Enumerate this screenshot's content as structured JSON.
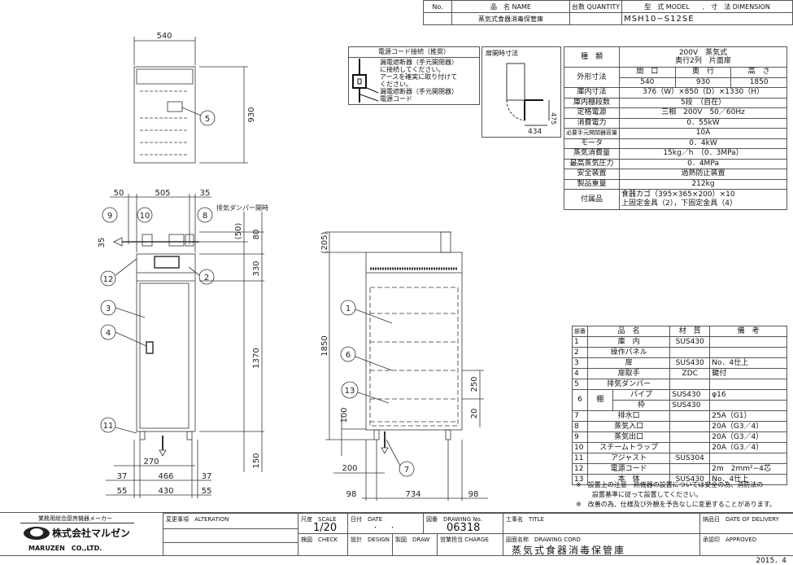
{
  "header": {
    "no_label": "No.",
    "name_label": "品　名 NAME",
    "quantity_label": "台数 QUANTITY",
    "model_label": "型　式 MODEL　　,　寸　法 DIMENSION",
    "name_value": "蒸気式食器消毒保管庫",
    "model_value": "MSH10−S12SE"
  },
  "power_cord": {
    "title": "電源コード接続（推奨）",
    "line1": "漏電遮断器（手元開閉器）",
    "line2": "に接続してください。",
    "line3": "アースを確実に取り付けて",
    "line4": "ください。",
    "label_breaker": "漏電遮断器（手元開閉器）",
    "label_cord": "電源コード"
  },
  "door_open": {
    "title": "扉開時寸法",
    "dim_depth": "475",
    "dim_width": "434"
  },
  "spec": {
    "type_label": "種　類",
    "type_value1": "200V　蒸気式",
    "type_value2": "奥行2列　片面扉",
    "outer_label": "外形寸法",
    "w_label": "間　口",
    "d_label": "奥　行",
    "h_label": "高　さ",
    "w": "540",
    "d": "930",
    "h": "1850",
    "rows": [
      {
        "label": "庫内寸法",
        "value": "376（W）×850（D）×1330（H）"
      },
      {
        "label": "庫内棚段数",
        "value": "5段　（自在）"
      },
      {
        "label": "定格電源",
        "value": "三相　200V　50／60Hz"
      },
      {
        "label": "消費電力",
        "value": "0．55kW"
      },
      {
        "label": "必要手元開閉器容量",
        "value": "10A"
      },
      {
        "label": "モータ",
        "value": "0．4kW"
      },
      {
        "label": "蒸気消費量",
        "value": "15kg／h　（0．3MPa）"
      },
      {
        "label": "最高蒸気圧力",
        "value": "0．4MPa"
      },
      {
        "label": "安全装置",
        "value": "過熱防止装置"
      },
      {
        "label": "製品重量",
        "value": "212kg"
      }
    ],
    "acc_label": "付属品",
    "acc_value1": "食器カゴ（395×365×200）×10",
    "acc_value2": "上固定金具（2），下固定金具（4）"
  },
  "parts": {
    "headers": [
      "部番",
      "品　名",
      "材　質",
      "備　考"
    ],
    "rows": [
      {
        "no": "1",
        "name": "庫　内",
        "material": "SUS430",
        "note": ""
      },
      {
        "no": "2",
        "name": "操作パネル",
        "material": "",
        "note": ""
      },
      {
        "no": "3",
        "name": "扉",
        "material": "SUS430",
        "note": "No．4仕上"
      },
      {
        "no": "4",
        "name": "扉取手",
        "material": "ZDC",
        "note": "鍵付"
      },
      {
        "no": "5",
        "name": "排気ダンパー",
        "material": "",
        "note": ""
      },
      {
        "no": "7",
        "name": "排水口",
        "material": "",
        "note": "25A（G1）"
      },
      {
        "no": "8",
        "name": "蒸気入口",
        "material": "",
        "note": "20A（G3／4）"
      },
      {
        "no": "9",
        "name": "蒸気出口",
        "material": "",
        "note": "20A（G3／4）"
      },
      {
        "no": "10",
        "name": "スチームトラップ",
        "material": "",
        "note": "20A（G3／4）"
      },
      {
        "no": "11",
        "name": "アジャスト",
        "material": "SUS304",
        "note": ""
      },
      {
        "no": "12",
        "name": "電源コード",
        "material": "",
        "note": "2m　2mm²−4芯"
      },
      {
        "no": "13",
        "name": "本　体",
        "material": "SUS430",
        "note": "No．4仕上"
      }
    ],
    "shelf": {
      "no": "6",
      "name": "棚",
      "sub1": "パイプ",
      "mat1": "SUS430",
      "note1": "φ16",
      "sub2": "枠",
      "mat2": "SUS430"
    },
    "note1": "※　設置上の注意　熱機器の設置については安全の為、消防法の",
    "note1b": "設置基準に従って設置してください。",
    "note2": "※　改善の為、仕様及び外観を予告なしに変更することがあります。"
  },
  "drawing": {
    "top": {
      "w": "540",
      "d": "930",
      "callout": "5"
    },
    "front": {
      "d50": "50",
      "d505": "505",
      "d35": "35",
      "d35v": "35",
      "d50v": "(50)",
      "d80": "80",
      "d330": "330",
      "d1370": "1370",
      "d150": "150",
      "d270": "270",
      "d37a": "37",
      "d466": "466",
      "d37b": "37",
      "d55a": "55",
      "d430": "430",
      "d55b": "55",
      "damper_label": "排気ダンパー開時",
      "callouts": [
        "9",
        "10",
        "8",
        "12",
        "2",
        "3",
        "4",
        "11"
      ]
    },
    "side": {
      "d205": "(205)",
      "d1850": "1850",
      "d250": "250",
      "d20": "20",
      "d100": "100",
      "d200": "200",
      "d98a": "98",
      "d734": "734",
      "d98b": "98",
      "callouts": [
        "1",
        "6",
        "13",
        "7"
      ]
    }
  },
  "title_block": {
    "maker_tagline": "業務用総合厨房機器メーカー",
    "company_jp": "株式会社マルゼン",
    "company_en": "MARUZEN　CO.,LTD.",
    "alteration_label": "変更事項　ALTERATION",
    "scale_label": "尺度　SCALE",
    "scale_value": "1/20",
    "date_label": "日付　DATE",
    "date_value": "・　　・",
    "drawing_no_label": "図番　DRAWING No.",
    "drawing_no_value": "06318",
    "title_label": "工事名　TITLE",
    "delivery_label": "納品日　DATE OF DELIVERY",
    "check_label": "検図　CHECK",
    "design_label": "設計　DESIGN",
    "draw_label": "製図　DRAW",
    "charge_label": "営業担当 CHARGE",
    "drawing_cord_label": "図面名称　DRAWING CORD",
    "drawing_cord_value": "蒸気式食器消毒保管庫",
    "approved_label": "承認印　APPROVED",
    "issue_date": "2015．4"
  }
}
